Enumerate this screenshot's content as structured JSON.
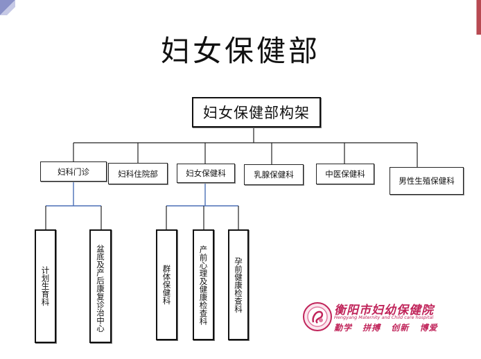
{
  "title": "妇女保健部",
  "org_chart": {
    "root": "妇女保健部构架",
    "departments": [
      {
        "label": "妇科门诊",
        "subunits": [
          "计划生育科",
          "盆底及产后康复诊治中心"
        ]
      },
      {
        "label": "妇科住院部",
        "subunits": []
      },
      {
        "label": "妇女保健科",
        "subunits": [
          "群体保健科",
          "产前心理及健康检查科",
          "孕前健康检查科"
        ]
      },
      {
        "label": "乳腺保健科",
        "subunits": []
      },
      {
        "label": "中医保健科",
        "subunits": []
      },
      {
        "label": "男性生殖保健科",
        "subunits": []
      }
    ]
  },
  "logo": {
    "name": "衡阳市妇幼保健院",
    "english": "Hengyang Maternity and Child care hospital",
    "motto": "勤学 拼搏 创新 博爱"
  },
  "colors": {
    "accent": "#c0245a",
    "connector_blue": "#4a6fb5",
    "edge_bar": "#b84a52"
  }
}
